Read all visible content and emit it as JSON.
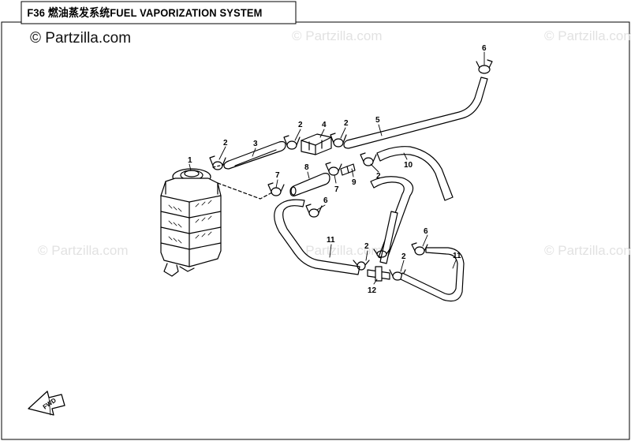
{
  "header": {
    "title": "F36 燃油蒸发系统FUEL VAPORIZATION SYSTEM"
  },
  "copyright": "© Partzilla.com",
  "watermarks": [
    "© Partzilla.com",
    "© Partzilla.com",
    "© Partzilla.com",
    "© Partzilla.com",
    "© Partzilla.com"
  ],
  "callouts": [
    {
      "id": "c1",
      "label": "1"
    },
    {
      "id": "c2a",
      "label": "2"
    },
    {
      "id": "c3",
      "label": "3"
    },
    {
      "id": "c2b",
      "label": "2"
    },
    {
      "id": "c4",
      "label": "4"
    },
    {
      "id": "c2c",
      "label": "2"
    },
    {
      "id": "c5",
      "label": "5"
    },
    {
      "id": "c6a",
      "label": "6"
    },
    {
      "id": "c7a",
      "label": "7"
    },
    {
      "id": "c8",
      "label": "8"
    },
    {
      "id": "c7b",
      "label": "7"
    },
    {
      "id": "c9",
      "label": "9"
    },
    {
      "id": "c2d",
      "label": "2"
    },
    {
      "id": "c10",
      "label": "10"
    },
    {
      "id": "c6b",
      "label": "6"
    },
    {
      "id": "c11a",
      "label": "11"
    },
    {
      "id": "c2e",
      "label": "2"
    },
    {
      "id": "c2f",
      "label": "2"
    },
    {
      "id": "c6c",
      "label": "6"
    },
    {
      "id": "c11b",
      "label": "11"
    },
    {
      "id": "c12",
      "label": "12"
    }
  ],
  "fwd_label": "FWD",
  "colors": {
    "line": "#000000",
    "watermark": "#e2e2e2",
    "background": "#ffffff"
  }
}
